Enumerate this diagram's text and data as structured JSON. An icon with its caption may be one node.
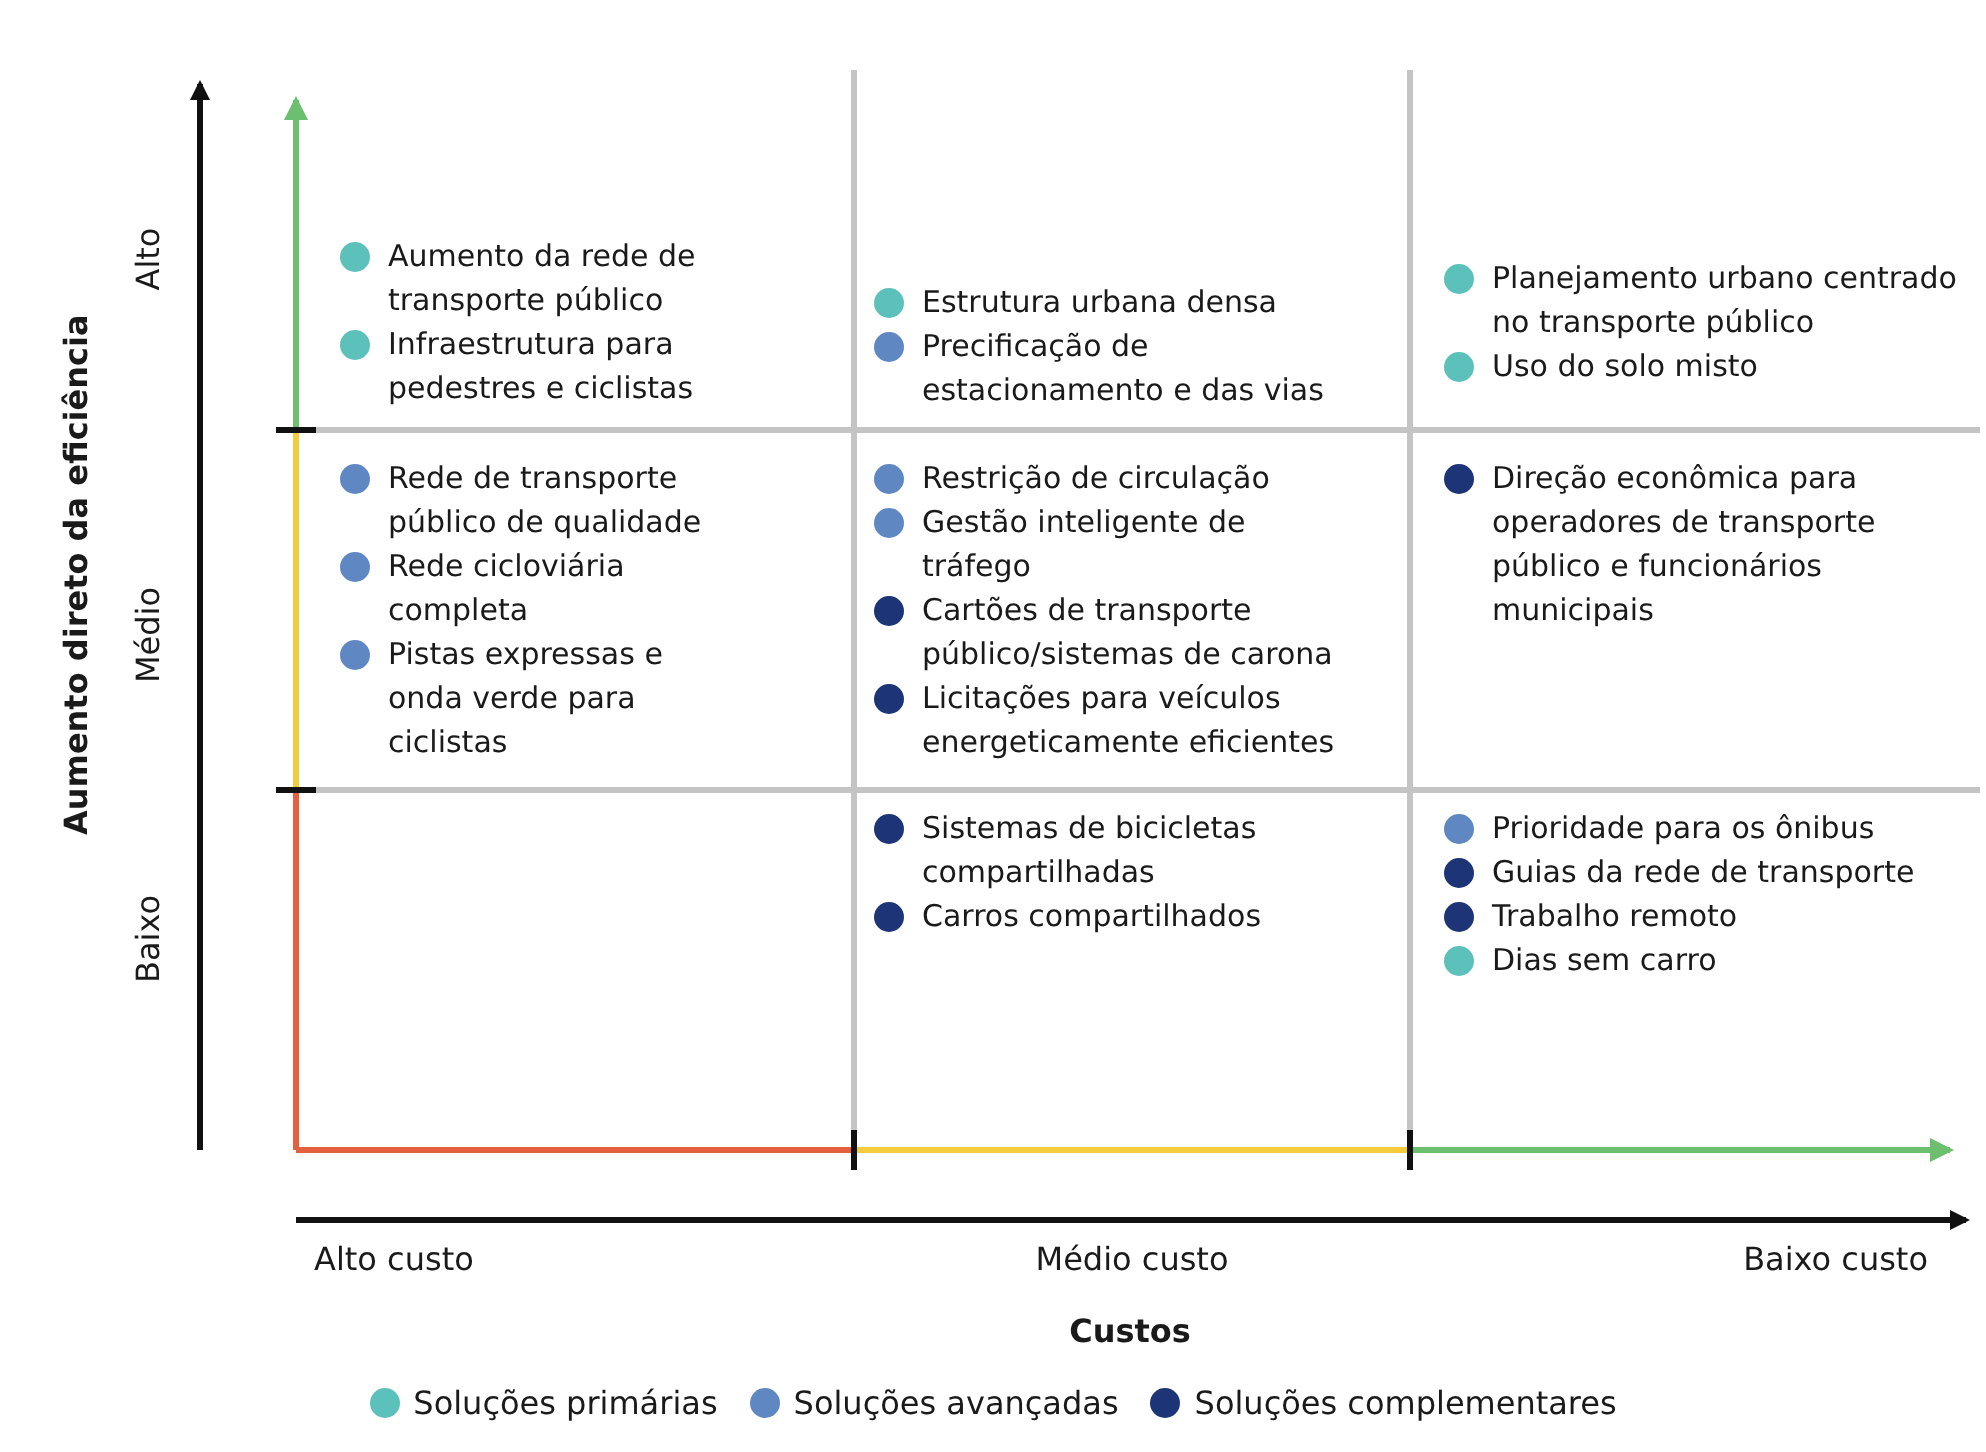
{
  "diagram": {
    "labels": [
      "Aumento direto da eficiência",
      "Alto",
      "Médio",
      "Baixo",
      "Aumento da rede de transporte público",
      "Infraestrutura para pedestres e ciclistas",
      "Estrutura urbana densa",
      "Precificação de estacionamento e das vias",
      "Planejamento urbano centrado no transporte público",
      "Uso do solo misto",
      "Rede de transporte público de qualidade",
      "Rede cicloviária completa",
      "Pistas expressas e onda verde para ciclistas",
      "Restrição de circulação",
      "Gestão inteligente de tráfego",
      "Cartões de transporte público/sistemas de carona",
      "Licitações para veículos energeticamente eficientes",
      "Direção econômica para operadores de transporte público e funcionários municipais",
      "Sistemas de bicicletas compartilhadas",
      "Carros compartilhados",
      "Prioridade para os ônibus",
      "Guias da rede de transporte",
      "Trabalho remoto",
      "Dias sem carro",
      "Alto custo",
      "Médio custo",
      "Baixo custo",
      "Custos"
    ],
    "legend": [
      {
        "text": "Soluções primárias",
        "color": "#5cc1bb"
      },
      {
        "text": "Soluções avançadas",
        "color": "#5f87c2"
      },
      {
        "text": "Soluções complementares",
        "color": "#1d3577"
      }
    ]
  }
}
